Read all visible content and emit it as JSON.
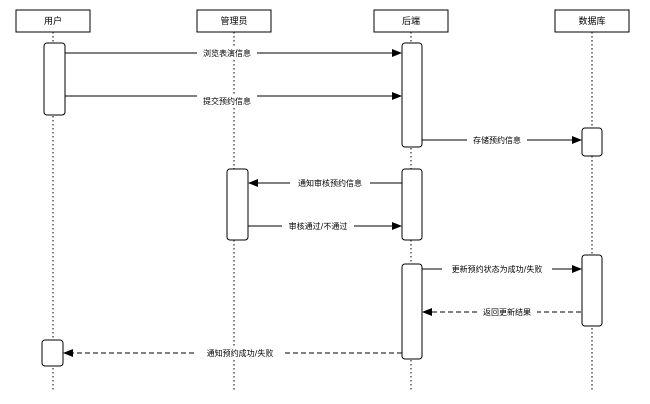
{
  "participants": [
    {
      "id": "user",
      "label": "用户"
    },
    {
      "id": "admin",
      "label": "管理员"
    },
    {
      "id": "backend",
      "label": "后端"
    },
    {
      "id": "db",
      "label": "数据库"
    }
  ],
  "messages": [
    {
      "from": "user",
      "to": "backend",
      "label": "浏览表演信息",
      "kind": "sync"
    },
    {
      "from": "user",
      "to": "backend",
      "label": "提交预约信息",
      "kind": "sync"
    },
    {
      "from": "backend",
      "to": "db",
      "label": "存储预约信息",
      "kind": "sync"
    },
    {
      "from": "backend",
      "to": "admin",
      "label": "通知审核预约信息",
      "kind": "sync"
    },
    {
      "from": "admin",
      "to": "backend",
      "label": "审核通过/不通过",
      "kind": "sync"
    },
    {
      "from": "backend",
      "to": "db",
      "label": "更新预约状态为成功/失败",
      "kind": "sync"
    },
    {
      "from": "db",
      "to": "backend",
      "label": "返回更新结果",
      "kind": "reply"
    },
    {
      "from": "backend",
      "to": "user",
      "label": "通知预约成功/失败",
      "kind": "reply"
    }
  ]
}
